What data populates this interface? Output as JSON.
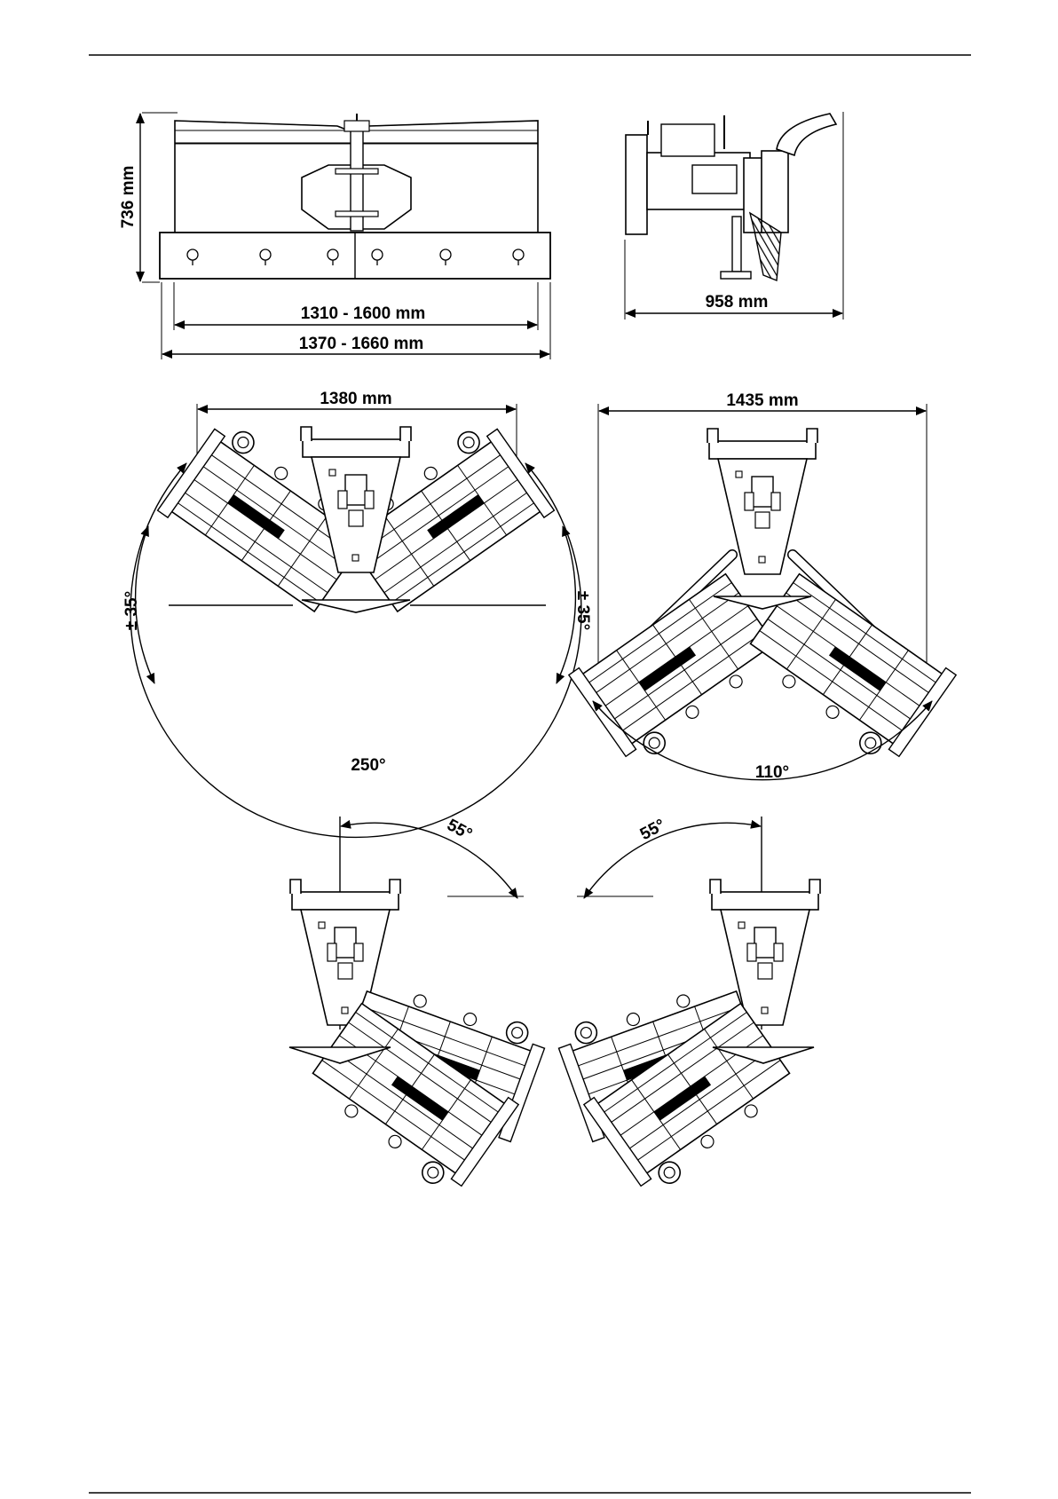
{
  "views": {
    "front": {
      "height": "736 mm",
      "width_inner": "1310 - 1600 mm",
      "width_outer": "1370 - 1660 mm"
    },
    "side": {
      "length": "958 mm"
    },
    "top_v": {
      "width": "1380 mm",
      "angle_left": "± 35°",
      "angle_right": "± 35°",
      "arc": "250°"
    },
    "top_arrow": {
      "width": "1435 mm",
      "arc": "110°"
    },
    "angled_right": {
      "angle": "55°"
    },
    "angled_left": {
      "angle": "55°"
    }
  }
}
